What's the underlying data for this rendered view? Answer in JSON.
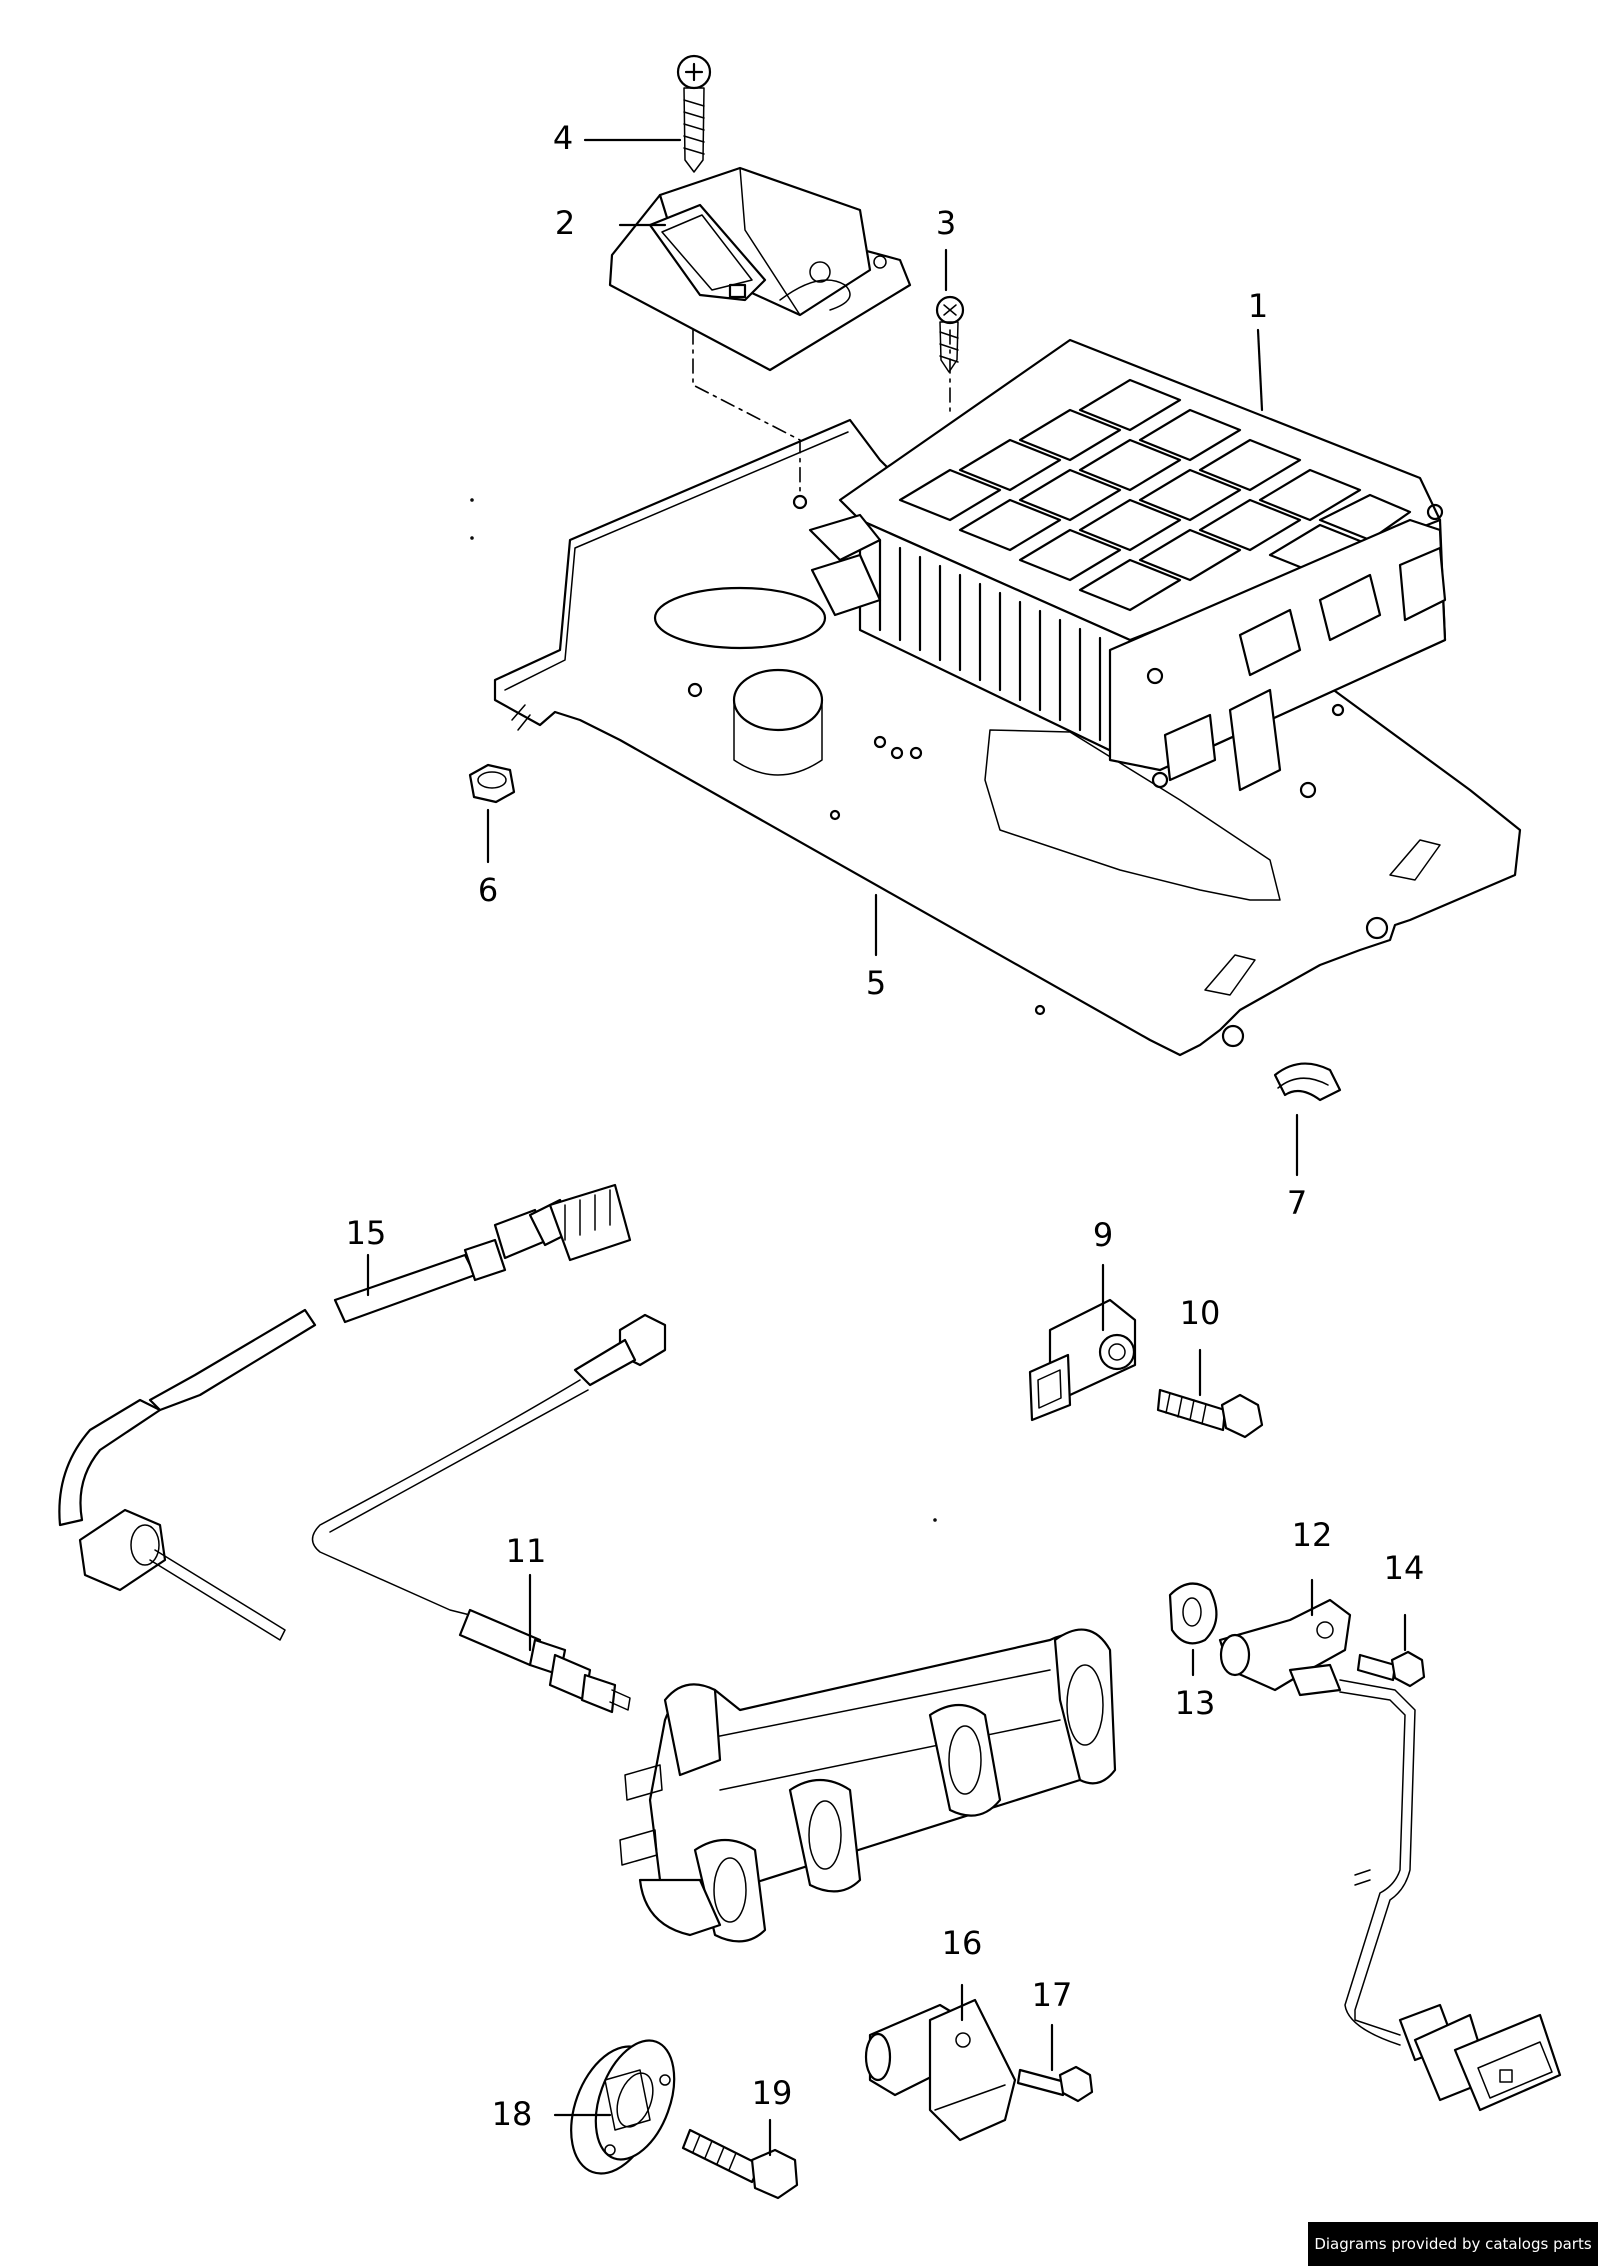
{
  "callouts": [
    {
      "id": "1",
      "label": "1"
    },
    {
      "id": "2",
      "label": "2"
    },
    {
      "id": "3",
      "label": "3"
    },
    {
      "id": "4",
      "label": "4"
    },
    {
      "id": "5",
      "label": "5"
    },
    {
      "id": "6",
      "label": "6"
    },
    {
      "id": "7",
      "label": "7"
    },
    {
      "id": "9",
      "label": "9"
    },
    {
      "id": "10",
      "label": "10"
    },
    {
      "id": "11",
      "label": "11"
    },
    {
      "id": "12",
      "label": "12"
    },
    {
      "id": "13",
      "label": "13"
    },
    {
      "id": "14",
      "label": "14"
    },
    {
      "id": "15",
      "label": "15"
    },
    {
      "id": "16",
      "label": "16"
    },
    {
      "id": "17",
      "label": "17"
    },
    {
      "id": "18",
      "label": "18"
    },
    {
      "id": "19",
      "label": "19"
    }
  ],
  "footer": {
    "credit": "Diagrams provided by catalogs parts"
  }
}
